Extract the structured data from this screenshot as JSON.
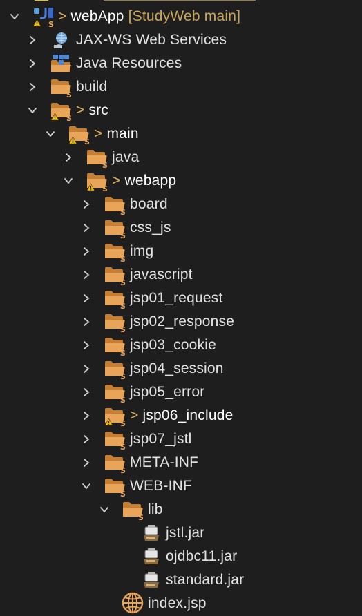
{
  "tree": {
    "clipped_top_item": "",
    "items": [
      {
        "label": "webApp",
        "prefix": ">",
        "suffix": " [StudyWeb main]",
        "icon": "project-icon",
        "chevron": "down",
        "depth": 0,
        "warning": true,
        "dirty": true
      },
      {
        "label": "JAX-WS Web Services",
        "prefix": "",
        "suffix": "",
        "icon": "web-services-icon",
        "chevron": "right",
        "depth": 1,
        "warning": false,
        "dirty": false
      },
      {
        "label": "Java Resources",
        "prefix": "",
        "suffix": "",
        "icon": "java-resources-icon",
        "chevron": "right",
        "depth": 1,
        "warning": false,
        "dirty": false
      },
      {
        "label": "build",
        "prefix": "",
        "suffix": "",
        "icon": "folder-icon",
        "chevron": "right",
        "depth": 1,
        "warning": false,
        "dirty": false
      },
      {
        "label": "src",
        "prefix": ">",
        "suffix": "",
        "icon": "folder-icon",
        "chevron": "down",
        "depth": 1,
        "warning": true,
        "dirty": true
      },
      {
        "label": "main",
        "prefix": ">",
        "suffix": "",
        "icon": "folder-icon",
        "chevron": "down",
        "depth": 2,
        "warning": true,
        "dirty": true
      },
      {
        "label": "java",
        "prefix": "",
        "suffix": "",
        "icon": "folder-icon",
        "chevron": "right",
        "depth": 3,
        "warning": false,
        "dirty": false
      },
      {
        "label": "webapp",
        "prefix": ">",
        "suffix": "",
        "icon": "folder-icon",
        "chevron": "down",
        "depth": 3,
        "warning": true,
        "dirty": true
      },
      {
        "label": "board",
        "prefix": "",
        "suffix": "",
        "icon": "folder-icon",
        "chevron": "right",
        "depth": 4,
        "warning": false,
        "dirty": false
      },
      {
        "label": "css_js",
        "prefix": "",
        "suffix": "",
        "icon": "folder-icon",
        "chevron": "right",
        "depth": 4,
        "warning": false,
        "dirty": false
      },
      {
        "label": "img",
        "prefix": "",
        "suffix": "",
        "icon": "folder-icon",
        "chevron": "right",
        "depth": 4,
        "warning": false,
        "dirty": false
      },
      {
        "label": "javascript",
        "prefix": "",
        "suffix": "",
        "icon": "folder-icon",
        "chevron": "right",
        "depth": 4,
        "warning": false,
        "dirty": false
      },
      {
        "label": "jsp01_request",
        "prefix": "",
        "suffix": "",
        "icon": "folder-icon",
        "chevron": "right",
        "depth": 4,
        "warning": false,
        "dirty": false
      },
      {
        "label": "jsp02_response",
        "prefix": "",
        "suffix": "",
        "icon": "folder-icon",
        "chevron": "right",
        "depth": 4,
        "warning": false,
        "dirty": false
      },
      {
        "label": "jsp03_cookie",
        "prefix": "",
        "suffix": "",
        "icon": "folder-icon",
        "chevron": "right",
        "depth": 4,
        "warning": false,
        "dirty": false
      },
      {
        "label": "jsp04_session",
        "prefix": "",
        "suffix": "",
        "icon": "folder-icon",
        "chevron": "right",
        "depth": 4,
        "warning": false,
        "dirty": false
      },
      {
        "label": "jsp05_error",
        "prefix": "",
        "suffix": "",
        "icon": "folder-icon",
        "chevron": "right",
        "depth": 4,
        "warning": false,
        "dirty": false
      },
      {
        "label": "jsp06_include",
        "prefix": ">",
        "suffix": "",
        "icon": "folder-icon",
        "chevron": "right",
        "depth": 4,
        "warning": true,
        "dirty": true
      },
      {
        "label": "jsp07_jstl",
        "prefix": "",
        "suffix": "",
        "icon": "folder-icon",
        "chevron": "right",
        "depth": 4,
        "warning": false,
        "dirty": false
      },
      {
        "label": "META-INF",
        "prefix": "",
        "suffix": "",
        "icon": "folder-icon",
        "chevron": "right",
        "depth": 4,
        "warning": false,
        "dirty": false
      },
      {
        "label": "WEB-INF",
        "prefix": "",
        "suffix": "",
        "icon": "folder-icon",
        "chevron": "down",
        "depth": 4,
        "warning": false,
        "dirty": false
      },
      {
        "label": "lib",
        "prefix": "",
        "suffix": "",
        "icon": "folder-icon",
        "chevron": "down",
        "depth": 5,
        "warning": false,
        "dirty": false
      },
      {
        "label": "jstl.jar",
        "prefix": "",
        "suffix": "",
        "icon": "jar-icon",
        "chevron": "none",
        "depth": 6,
        "warning": false,
        "dirty": false
      },
      {
        "label": "ojdbc11.jar",
        "prefix": "",
        "suffix": "",
        "icon": "jar-icon",
        "chevron": "none",
        "depth": 6,
        "warning": false,
        "dirty": false
      },
      {
        "label": "standard.jar",
        "prefix": "",
        "suffix": "",
        "icon": "jar-icon",
        "chevron": "none",
        "depth": 6,
        "warning": false,
        "dirty": false
      },
      {
        "label": "index.jsp",
        "prefix": "",
        "suffix": "",
        "icon": "jsp-file-icon",
        "chevron": "none",
        "depth": 5,
        "warning": false,
        "dirty": false
      }
    ]
  },
  "colors": {
    "background": "#1e1e1f",
    "text": "#e3e3e3",
    "dirty_marker": "#e0b25a",
    "branch": "#c9a55a",
    "folder": "#e8a55a",
    "folder_dark": "#c47f35",
    "warning": "#f2c200",
    "chevron": "#cfcfcf"
  }
}
